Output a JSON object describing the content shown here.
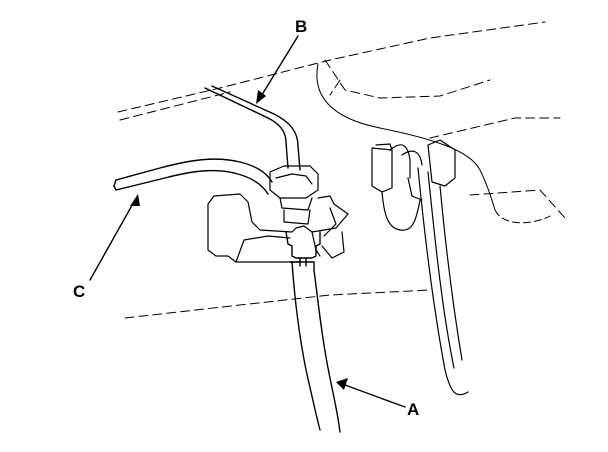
{
  "diagram": {
    "callouts": {
      "a": "A",
      "b": "B",
      "c": "C"
    },
    "colors": {
      "ink": "#000000",
      "background": "#ffffff"
    }
  }
}
